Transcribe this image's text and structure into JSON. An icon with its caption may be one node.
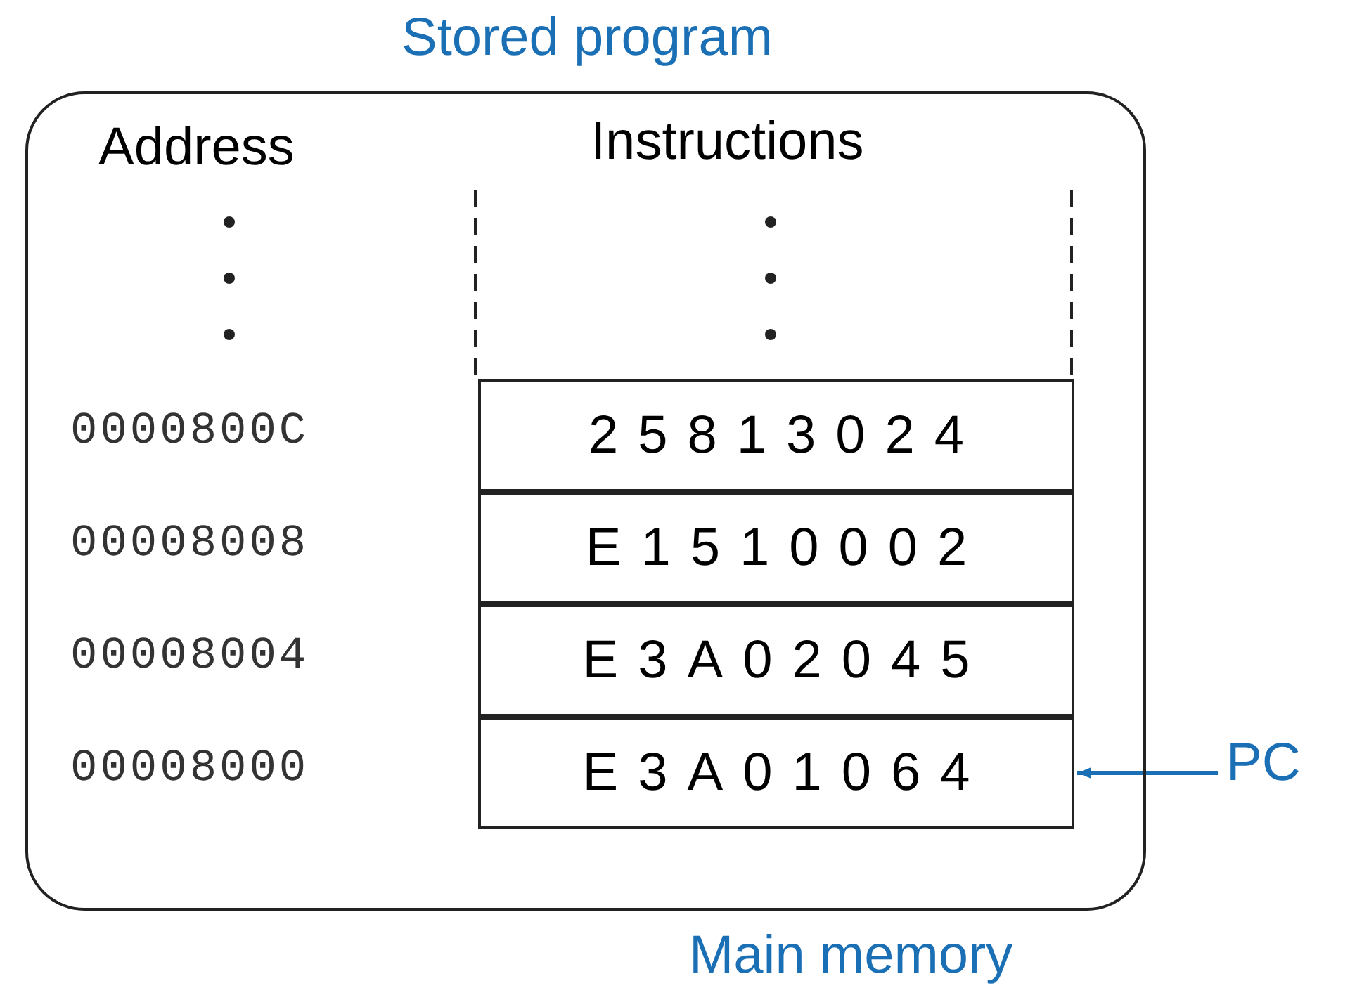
{
  "diagram": {
    "title": "Stored program",
    "nodes": [
      {
        "text": [
          "Main memory"
        ]
      },
      {
        "text": [
          "25813024"
        ],
        "in": 0
      },
      {
        "text": [
          "E1510002"
        ],
        "in": 0
      },
      {
        "text": [
          "E3A02045"
        ],
        "in": 0
      },
      {
        "text": [
          "E3A01064"
        ],
        "in": 0
      },
      {
        "text": [
          "PC"
        ]
      }
    ],
    "edges": [
      {
        "from": 5,
        "to": 4,
        "arrow": "to"
      }
    ],
    "labels": [
      "Address",
      "Instructions",
      "0000800C",
      "00008008",
      "00008004",
      "00008000"
    ]
  }
}
